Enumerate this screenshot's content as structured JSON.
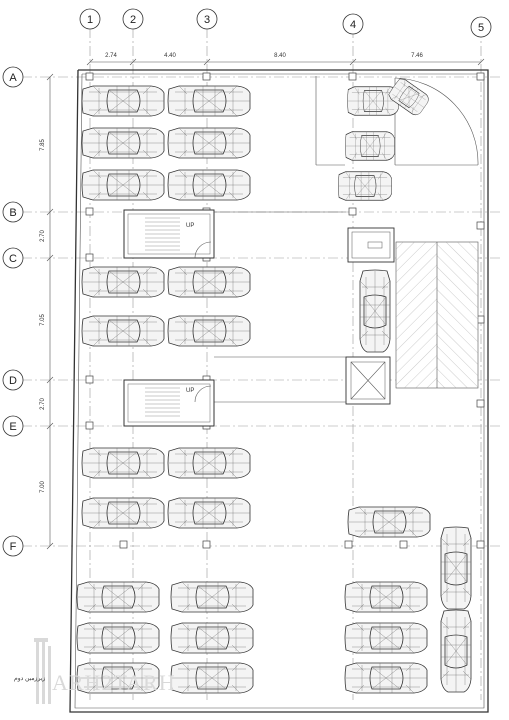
{
  "drawing": {
    "column_labels": [
      "1",
      "2",
      "3",
      "4",
      "5"
    ],
    "row_labels": [
      "A",
      "B",
      "C",
      "D",
      "E",
      "F"
    ],
    "column_dimensions": [
      "2.74",
      "4.40",
      "8.40",
      "7.46"
    ],
    "row_dimensions": [
      "7.85",
      "2.70",
      "7.05",
      "2.70",
      "7.00"
    ],
    "stair_label_1": "UP",
    "stair_label_2": "UP",
    "floor_caption": "زیرزمین دوم",
    "watermark": "ARH2TARH"
  }
}
